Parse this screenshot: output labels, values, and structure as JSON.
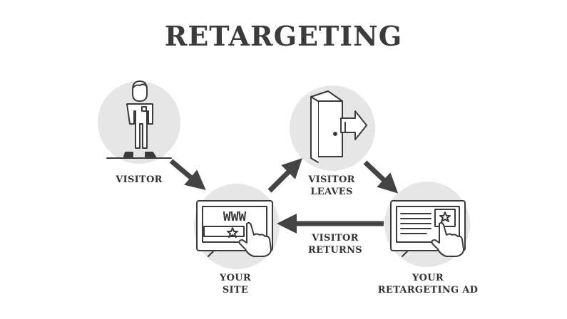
{
  "title": "RETARGETING",
  "nodes": {
    "visitor": {
      "line1": "VISITOR",
      "line2": ""
    },
    "leaves": {
      "line1": "VISITOR",
      "line2": "LEAVES"
    },
    "site": {
      "line1": "YOUR",
      "line2": "SITE"
    },
    "returns": {
      "line1": "VISITOR",
      "line2": "RETURNS"
    },
    "ad": {
      "line1": "YOUR",
      "line2": "RETARGETING AD"
    }
  },
  "screen_text": "WWW",
  "icons": [
    "person-icon",
    "door-exit-icon",
    "website-click-icon",
    "ad-click-icon"
  ],
  "colors": {
    "circle": "#e6e6e6",
    "ink": "#3b3b3b",
    "arrow": "#444444"
  }
}
